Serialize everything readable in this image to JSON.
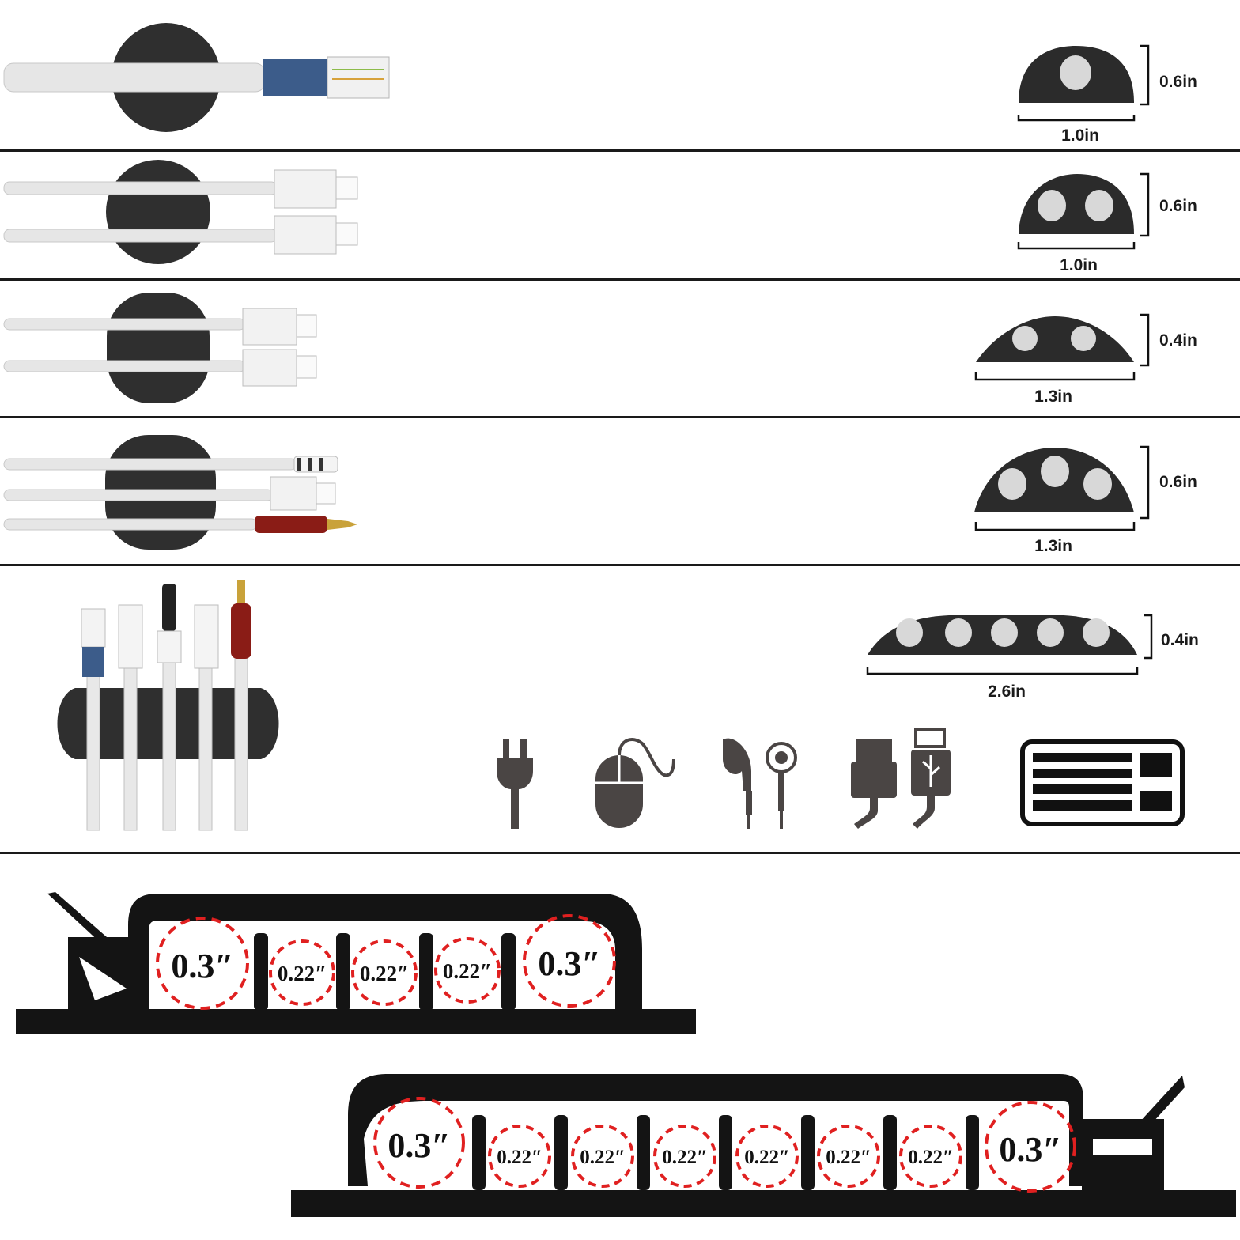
{
  "rows": [
    {
      "slots": 1,
      "height": "0.6in",
      "width": "1.0in"
    },
    {
      "slots": 2,
      "height": "0.6in",
      "width": "1.0in"
    },
    {
      "slots": 2,
      "height": "0.4in",
      "width": "1.3in"
    },
    {
      "slots": 3,
      "height": "0.6in",
      "width": "1.3in"
    },
    {
      "slots": 5,
      "height": "0.4in",
      "width": "2.6in"
    }
  ],
  "device_icons": [
    "power-plug-icon",
    "mouse-icon",
    "earphone-icon",
    "audio-jack-icon",
    "usb-a-icon",
    "usb-b-icon",
    "keyboard-icon"
  ],
  "organizer_small": {
    "slot_labels": [
      "0.3″",
      "0.22″",
      "0.22″",
      "0.22″",
      "0.3″"
    ]
  },
  "organizer_large": {
    "slot_labels": [
      "0.3″",
      "0.22″",
      "0.22″",
      "0.22″",
      "0.22″",
      "0.22″",
      "0.22″",
      "0.3″"
    ]
  },
  "colors": {
    "clip": "#2b2b2b",
    "cable": "#dcdcdc",
    "icon": "#4a4544",
    "highlight": "#e02020",
    "divider": "#1a1a1a"
  }
}
